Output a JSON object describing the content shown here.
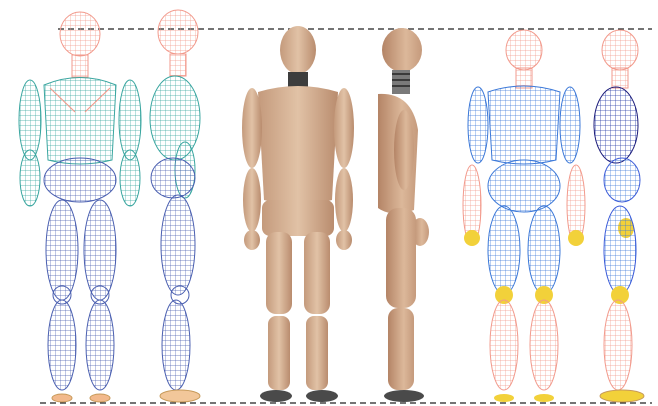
{
  "figure": {
    "panels": [
      {
        "id": "model-front",
        "view": "front",
        "style": "wireframe",
        "colors": [
          "#f29a8c",
          "#3aa6a0",
          "#4a5fb0"
        ]
      },
      {
        "id": "model-side",
        "view": "side",
        "style": "wireframe",
        "colors": [
          "#f29a8c",
          "#3aa6a0",
          "#4a5fb0",
          "#c79a5a"
        ]
      },
      {
        "id": "dummy-front",
        "view": "front",
        "style": "photo",
        "colors": [
          "#d7b59a",
          "#4a4a4a"
        ]
      },
      {
        "id": "dummy-side",
        "view": "side",
        "style": "photo",
        "colors": [
          "#d7b59a",
          "#4a4a4a",
          "#7a7a7a"
        ]
      },
      {
        "id": "mesh-front",
        "view": "front",
        "style": "wireframe-colored",
        "colors": [
          "#f29a8c",
          "#3b78d8",
          "#f2d13a"
        ]
      },
      {
        "id": "mesh-side",
        "view": "side",
        "style": "wireframe-colored",
        "colors": [
          "#f29a8c",
          "#3b5bd8",
          "#f2d13a",
          "#1c1c7a"
        ]
      }
    ],
    "guides": [
      {
        "id": "top-guide",
        "style": "dashed"
      },
      {
        "id": "bottom-guide",
        "style": "dashed"
      }
    ]
  }
}
